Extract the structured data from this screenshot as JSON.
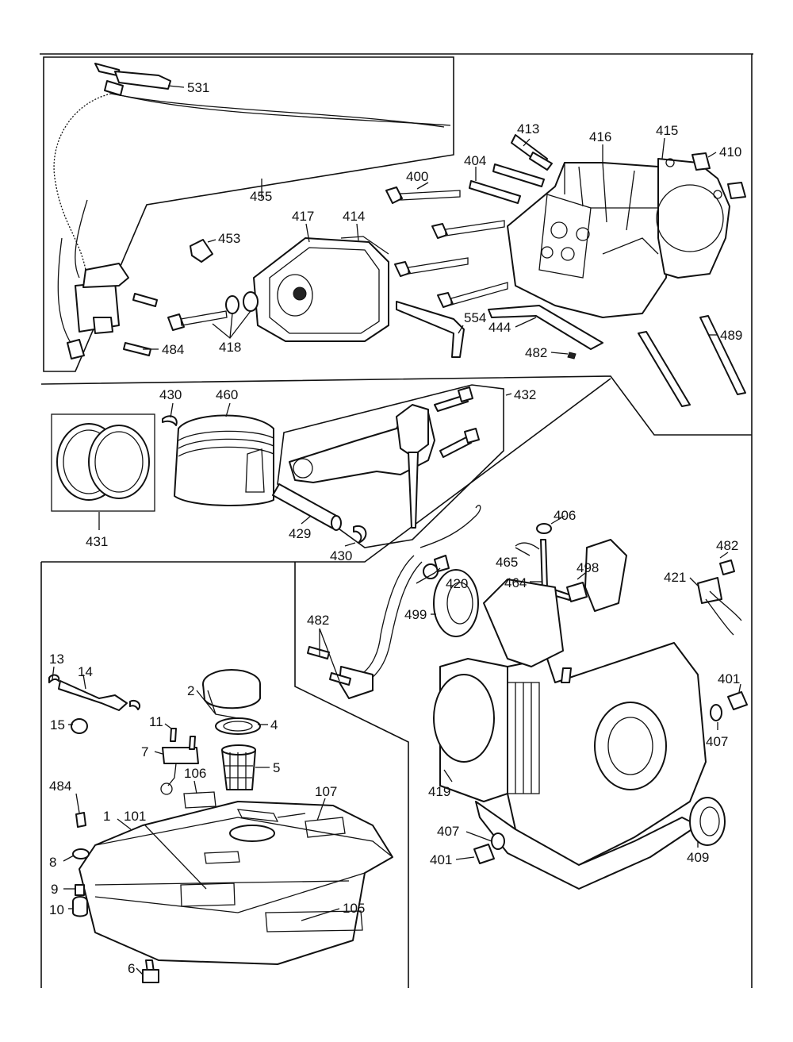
{
  "callouts": [
    {
      "id": "531",
      "text": "531"
    },
    {
      "id": "455",
      "text": "455"
    },
    {
      "id": "413",
      "text": "413"
    },
    {
      "id": "416",
      "text": "416"
    },
    {
      "id": "415",
      "text": "415"
    },
    {
      "id": "410",
      "text": "410"
    },
    {
      "id": "400",
      "text": "400"
    },
    {
      "id": "404",
      "text": "404"
    },
    {
      "id": "417",
      "text": "417"
    },
    {
      "id": "414",
      "text": "414"
    },
    {
      "id": "453",
      "text": "453"
    },
    {
      "id": "418",
      "text": "418"
    },
    {
      "id": "484a",
      "text": "484"
    },
    {
      "id": "554",
      "text": "554"
    },
    {
      "id": "444",
      "text": "444"
    },
    {
      "id": "482a",
      "text": "482"
    },
    {
      "id": "489",
      "text": "489"
    },
    {
      "id": "430a",
      "text": "430"
    },
    {
      "id": "460",
      "text": "460"
    },
    {
      "id": "432",
      "text": "432"
    },
    {
      "id": "431",
      "text": "431"
    },
    {
      "id": "429",
      "text": "429"
    },
    {
      "id": "430b",
      "text": "430"
    },
    {
      "id": "406",
      "text": "406"
    },
    {
      "id": "465",
      "text": "465"
    },
    {
      "id": "498",
      "text": "498"
    },
    {
      "id": "464",
      "text": "464"
    },
    {
      "id": "482b",
      "text": "482"
    },
    {
      "id": "421",
      "text": "421"
    },
    {
      "id": "420",
      "text": "420"
    },
    {
      "id": "482c",
      "text": "482"
    },
    {
      "id": "499",
      "text": "499"
    },
    {
      "id": "13",
      "text": "13"
    },
    {
      "id": "14",
      "text": "14"
    },
    {
      "id": "2",
      "text": "2"
    },
    {
      "id": "4",
      "text": "4"
    },
    {
      "id": "15",
      "text": "15"
    },
    {
      "id": "11",
      "text": "11"
    },
    {
      "id": "7",
      "text": "7"
    },
    {
      "id": "5",
      "text": "5"
    },
    {
      "id": "484b",
      "text": "484"
    },
    {
      "id": "1",
      "text": "1"
    },
    {
      "id": "101",
      "text": "101"
    },
    {
      "id": "106",
      "text": "106"
    },
    {
      "id": "107",
      "text": "107"
    },
    {
      "id": "8",
      "text": "8"
    },
    {
      "id": "9",
      "text": "9"
    },
    {
      "id": "10",
      "text": "10"
    },
    {
      "id": "105",
      "text": "105"
    },
    {
      "id": "6",
      "text": "6"
    },
    {
      "id": "401a",
      "text": "401"
    },
    {
      "id": "407a",
      "text": "407"
    },
    {
      "id": "419",
      "text": "419"
    },
    {
      "id": "409",
      "text": "409"
    },
    {
      "id": "407b",
      "text": "407"
    },
    {
      "id": "401b",
      "text": "401"
    }
  ]
}
